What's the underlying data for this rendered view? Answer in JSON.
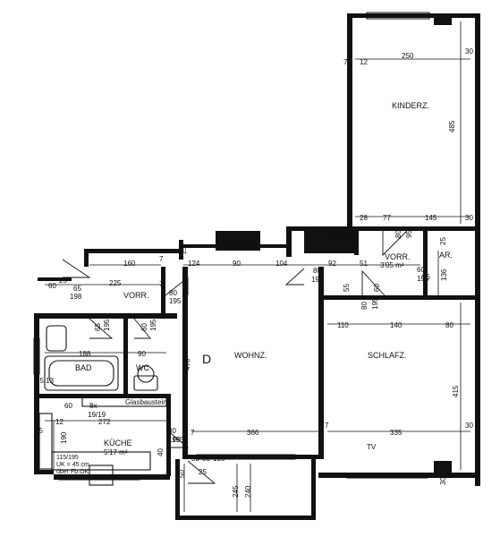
{
  "rooms": {
    "kinderzimmer": "KINDERZ.",
    "wohnzimmer": "WOHNZ.",
    "schlafzimmer": "SCHLAFZ.",
    "vorraum_left": "VORR.",
    "vorraum_right": "VORR.",
    "vorraum_right_area": "3'05 m²",
    "abstellraum": "AR.",
    "bad": "BAD",
    "wc": "WC",
    "kueche": "KÜCHE",
    "kueche_area": "5'17 m²",
    "glasbausteine": "Glasbausteine",
    "d_mark": "D",
    "tv_mark": "TV"
  },
  "kitchen_notes": [
    "115/195",
    "UK = 45 cm",
    "über Fb.OK"
  ],
  "dimensions": {
    "kinder_width": "250",
    "kinder_height": "485",
    "kinder_left_jamb": "7",
    "kinder_left_jamb2": "12",
    "kinder_top_right": "30",
    "kinder_bottom_right": "30",
    "kinder_bottom_28": "28",
    "kinder_bottom_77": "77",
    "kinder_bottom_145": "145",
    "vorr_r_80": "80",
    "vorr_r_95": "95",
    "vorr_r_92": "92",
    "vorr_r_51": "51",
    "vorr_r_60": "60",
    "vorr_r_60b": "60",
    "vorr_r_95b": "95",
    "vorr_r_195": "195",
    "ar_25": "25",
    "ar_136": "136",
    "vorr_r_55": "55",
    "top_124": "124",
    "top_90": "90",
    "top_104": "104",
    "top_25": "25",
    "top_80": "80",
    "top_30": "30",
    "top_7": "7",
    "hall_160": "160",
    "hall_7": "7",
    "hall_225": "225",
    "hall_60": "60",
    "hall_65": "65",
    "hall_198": "198",
    "hall_80": "80",
    "hall_195": "195",
    "hall_25": "25",
    "wohn_478": "478",
    "wohn_366": "366",
    "wohn_7": "7",
    "wohn_195": "195",
    "schlaf_110": "110",
    "schlaf_140": "140",
    "schlaf_80": "80",
    "schlaf_80b": "80",
    "schlaf_195": "195",
    "schlaf_415": "415",
    "schlaf_335": "335",
    "schlaf_7": "7",
    "schlaf_30": "30",
    "schlaf_30b": "30",
    "bad_188": "188",
    "bad_90": "90",
    "bad_65": "65",
    "bad_195": "195",
    "bad_60": "60",
    "bad_195b": "195",
    "bad_25": "25",
    "bad_13": "13",
    "glas_60": "60",
    "glas_8x": "8x",
    "glas_19": "19/19",
    "kueche_272": "272",
    "kueche_190": "190",
    "kueche_12": "12",
    "kueche_7": "7",
    "kueche_15": "15",
    "kueche_80": "80",
    "kueche_195": "195",
    "kueche_40": "40",
    "loggia_245": "245",
    "loggia_240": "240",
    "loggia_50": "50",
    "loggia_30": "30",
    "loggia_80": "80",
    "loggia_195": "195",
    "loggia_25": "25"
  }
}
